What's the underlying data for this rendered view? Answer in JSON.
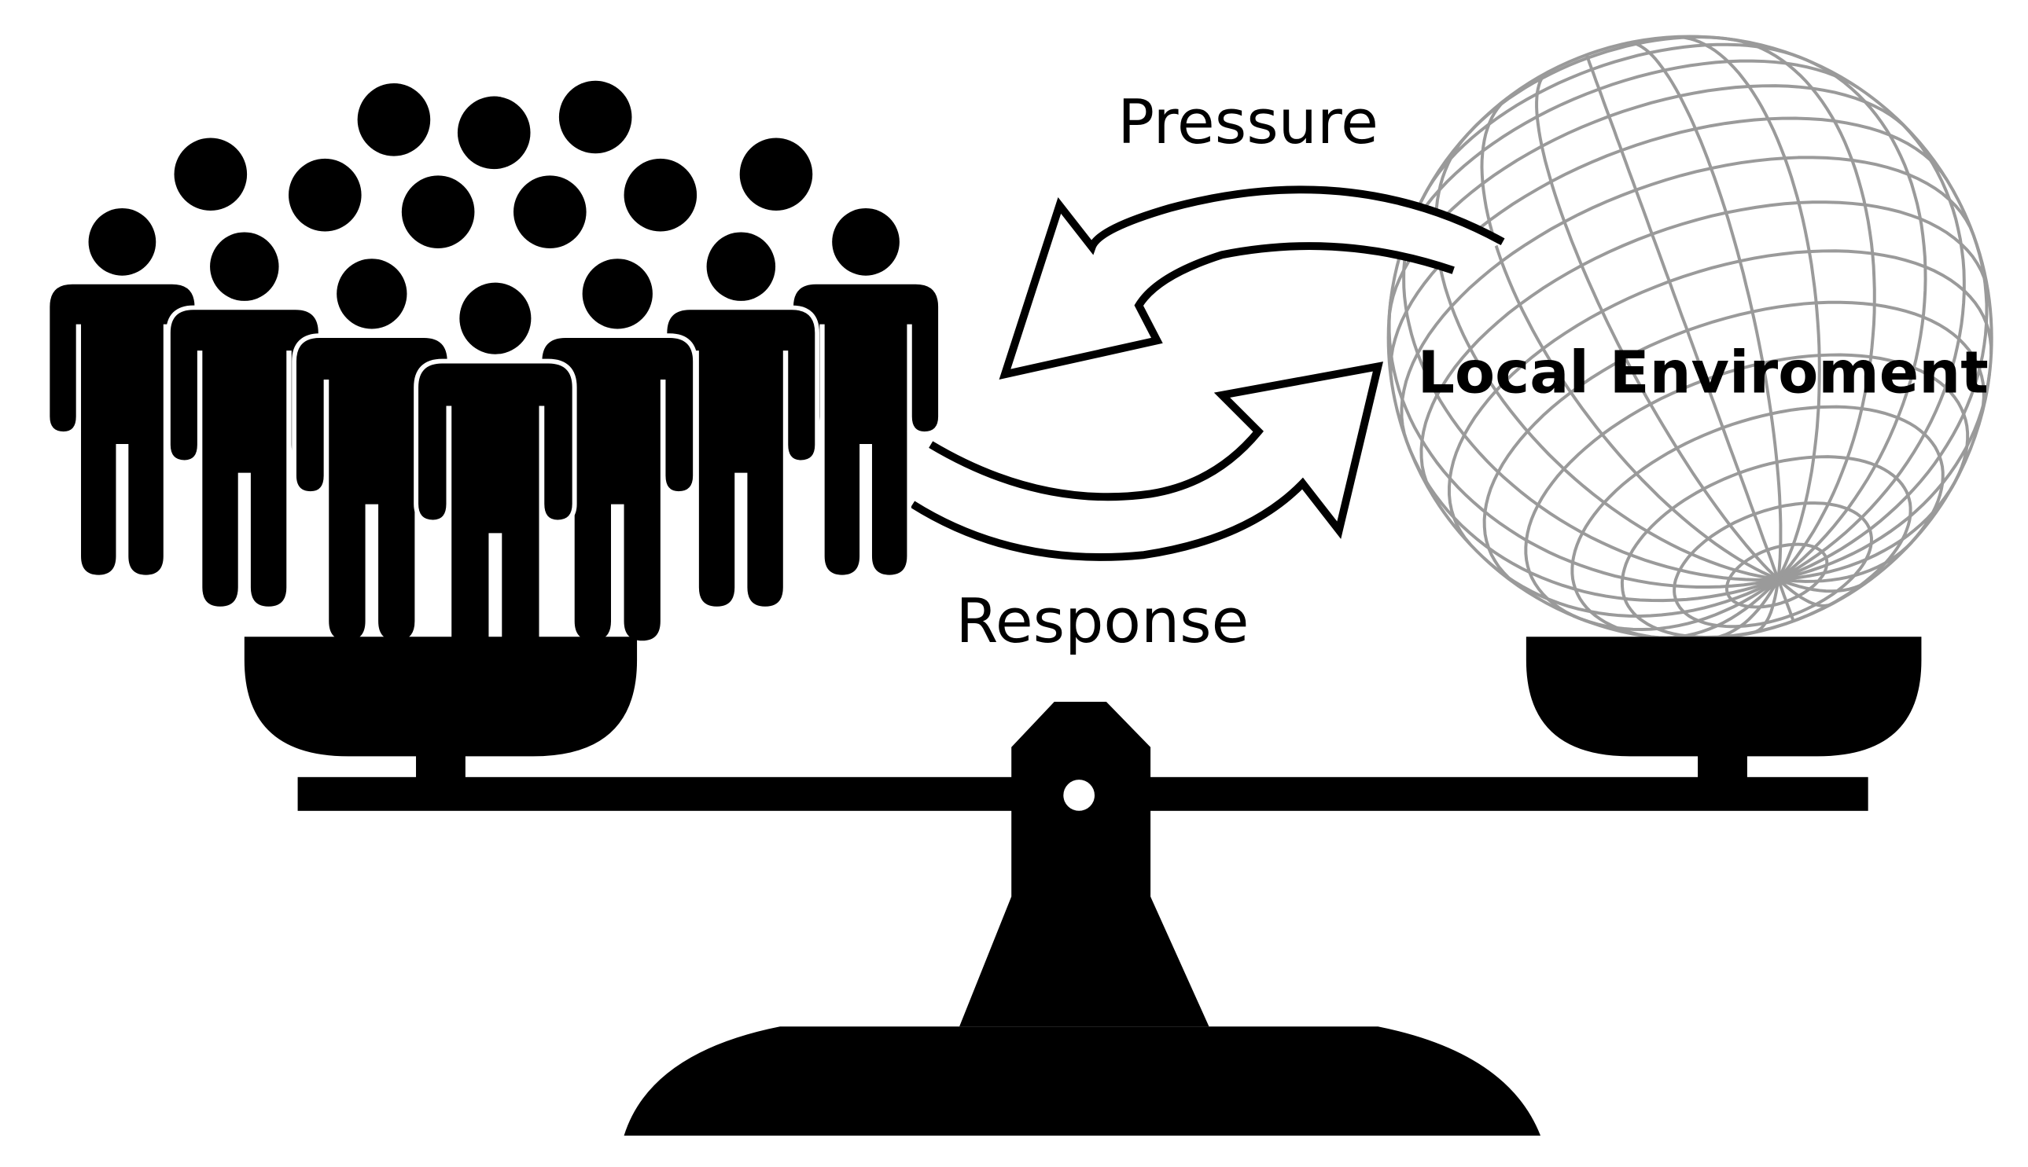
{
  "labels": {
    "pressure": "Pressure",
    "response": "Response",
    "local_environment": "Local Enviroment"
  },
  "colors": {
    "ink": "#000000",
    "background": "#ffffff",
    "globe_lines": "#9a9a9a"
  },
  "icons": {
    "people": "people-crowd-icon",
    "globe": "globe-icon",
    "scale": "balance-scale-icon"
  }
}
